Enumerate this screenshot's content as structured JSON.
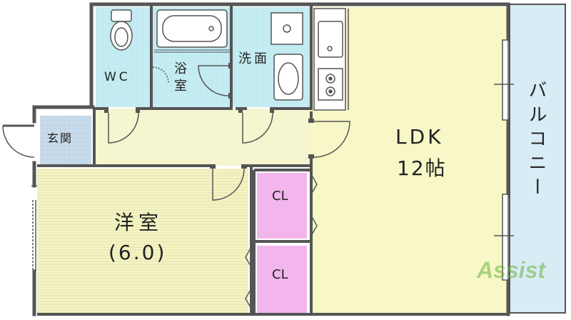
{
  "rooms": {
    "wc": "WC",
    "bath": "浴室",
    "washroom": "洗面",
    "entrance": "玄関",
    "ldk": "LDK",
    "ldk_size": "12帖",
    "western": "洋室",
    "western_size": "(6.0)",
    "closet_1": "CL",
    "closet_2": "CL",
    "balcony": "バルコニー"
  },
  "watermark": "Assist",
  "colors": {
    "wall": "#555555",
    "ldk_floor": "#f7f7c7",
    "hall_floor": "#f5f5cf",
    "wet_area": "#c4ecf2",
    "closet": "#f2b6ec",
    "balcony": "#d8ecf6",
    "entrance": "#c9dcec",
    "western_floor": "#f4f4c6",
    "watermark": "#6db33f"
  }
}
